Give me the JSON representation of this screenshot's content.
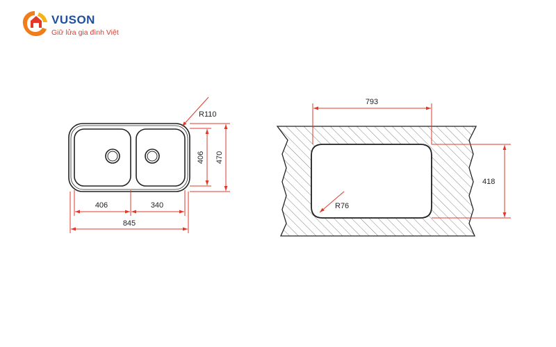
{
  "brand": {
    "name": "VUSON",
    "tagline": "Giữ lửa gia đình Việt"
  },
  "colors": {
    "dimension_line": "#e2382a",
    "outline": "#222222",
    "hatch": "#777777",
    "brand_blue": "#1e4f9e",
    "brand_red": "#e2382a"
  },
  "sink_view": {
    "dims": {
      "radius": "R110",
      "inner_height": "406",
      "outer_height": "470",
      "left_bowl_width": "406",
      "right_bowl_width": "340",
      "overall_width": "845"
    }
  },
  "cutout_view": {
    "dims": {
      "cutout_width": "793",
      "cutout_height": "418",
      "corner_radius": "R76"
    }
  }
}
